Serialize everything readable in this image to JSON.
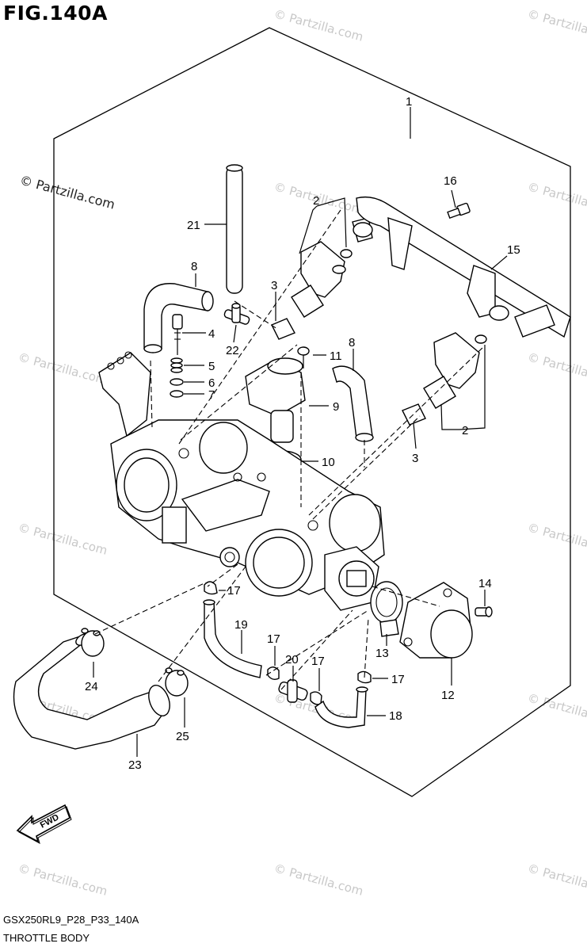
{
  "figure": {
    "title": "FIG.140A",
    "code": "GSX250RL9_P28_P33_140A",
    "name": "THROTTLE BODY"
  },
  "watermark": {
    "text": "© Partzilla.com"
  },
  "fwd_label": "FWD",
  "callouts": [
    {
      "id": "c1",
      "label": "1"
    },
    {
      "id": "c2a",
      "label": "2"
    },
    {
      "id": "c2b",
      "label": "2"
    },
    {
      "id": "c3a",
      "label": "3"
    },
    {
      "id": "c3b",
      "label": "3"
    },
    {
      "id": "c4",
      "label": "4"
    },
    {
      "id": "c5",
      "label": "5"
    },
    {
      "id": "c6",
      "label": "6"
    },
    {
      "id": "c7",
      "label": "7"
    },
    {
      "id": "c8a",
      "label": "8"
    },
    {
      "id": "c8b",
      "label": "8"
    },
    {
      "id": "c9",
      "label": "9"
    },
    {
      "id": "c10",
      "label": "10"
    },
    {
      "id": "c11",
      "label": "11"
    },
    {
      "id": "c12",
      "label": "12"
    },
    {
      "id": "c13",
      "label": "13"
    },
    {
      "id": "c14",
      "label": "14"
    },
    {
      "id": "c15",
      "label": "15"
    },
    {
      "id": "c16",
      "label": "16"
    },
    {
      "id": "c17a",
      "label": "17"
    },
    {
      "id": "c17b",
      "label": "17"
    },
    {
      "id": "c17c",
      "label": "17"
    },
    {
      "id": "c17d",
      "label": "17"
    },
    {
      "id": "c18",
      "label": "18"
    },
    {
      "id": "c19",
      "label": "19"
    },
    {
      "id": "c20",
      "label": "20"
    },
    {
      "id": "c21",
      "label": "21"
    },
    {
      "id": "c22",
      "label": "22"
    },
    {
      "id": "c23",
      "label": "23"
    },
    {
      "id": "c24",
      "label": "24"
    },
    {
      "id": "c25",
      "label": "25"
    }
  ]
}
